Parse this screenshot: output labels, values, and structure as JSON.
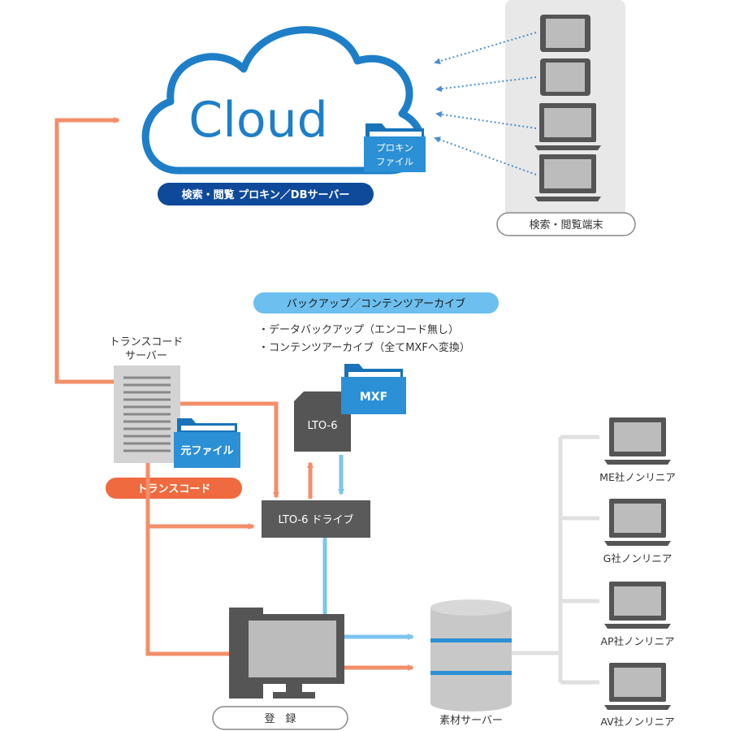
{
  "cloud": {
    "title": "Cloud",
    "proxy_folder": [
      "プロキン",
      "ファイル"
    ],
    "server_label": "検索・閲覧 プロキン／DBサーバー"
  },
  "terminals": {
    "label": "検索・閲覧端末"
  },
  "transcode_server": {
    "label": [
      "トランスコード",
      "サーバー"
    ]
  },
  "original_file": {
    "label": "元ファイル"
  },
  "transcode": {
    "label": "トランスコード"
  },
  "backup": {
    "title": "バックアップ／コンテンツアーカイブ",
    "lines": [
      "・データバックアップ（エンコード無し）",
      "・コンテンツアーカイブ（全てMXFへ変換）"
    ]
  },
  "lto": {
    "cartridge": "LTO-6",
    "folder": "MXF",
    "drive": "LTO-6 ドライブ"
  },
  "register": {
    "label": "登　録"
  },
  "material_server": {
    "label": "素材サーバー"
  },
  "nle": {
    "items": [
      "ME社ノンリニア",
      "G社ノンリニア",
      "AP社ノンリニア",
      "AV社ノンリニア"
    ]
  },
  "colors": {
    "cloud_blue": "#1e7fc8",
    "dark_blue": "#0f4a9a",
    "light_blue": "#5ab4e6",
    "orange": "#f28f6a",
    "orange_label": "#ef6a3f",
    "gray": "#5a5a5a",
    "panel": "#e8e8e8"
  }
}
